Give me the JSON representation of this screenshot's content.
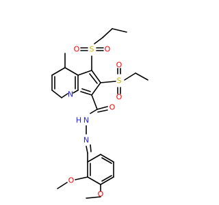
{
  "molecule": {
    "atoms": [
      {
        "id": "S1",
        "label": "S",
        "color": "#c8b400"
      },
      {
        "id": "O1a",
        "label": "O",
        "color": "#ff0000"
      },
      {
        "id": "O1b",
        "label": "O",
        "color": "#ff0000"
      },
      {
        "id": "S2",
        "label": "S",
        "color": "#c8b400"
      },
      {
        "id": "O2a",
        "label": "O",
        "color": "#ff0000"
      },
      {
        "id": "O2b",
        "label": "O",
        "color": "#ff0000"
      },
      {
        "id": "N1",
        "label": "N",
        "color": "#2020ff"
      },
      {
        "id": "O3",
        "label": "O",
        "color": "#ff0000"
      },
      {
        "id": "N2",
        "label": "N",
        "color": "#2020ff"
      },
      {
        "id": "H2",
        "label": "H",
        "color": "#2020ff"
      },
      {
        "id": "N3",
        "label": "N",
        "color": "#2020ff"
      },
      {
        "id": "O4",
        "label": "O",
        "color": "#ff0000"
      },
      {
        "id": "O5",
        "label": "O",
        "color": "#ff0000"
      }
    ],
    "colors": {
      "bond": "#000000",
      "sulfur": "#c8b400",
      "oxygen": "#ff0000",
      "nitrogen": "#2020ff"
    }
  }
}
